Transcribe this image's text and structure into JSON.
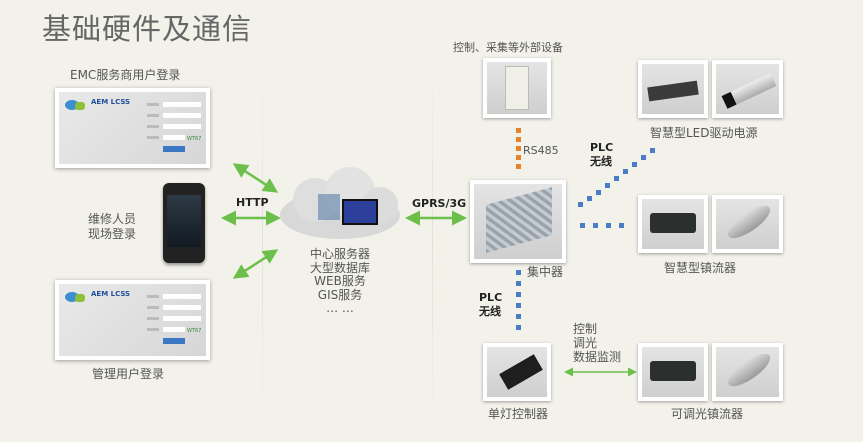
{
  "title": "基础硬件及通信",
  "left": {
    "emc_login_label": "EMC服务商用户登录",
    "maintenance_label_1": "维修人员",
    "maintenance_label_2": "现场登录",
    "admin_login_label": "管理用户登录",
    "login_brand": "AEM LCSS",
    "login_code": "WT67"
  },
  "connections": {
    "http": "HTTP",
    "gprs": "GPRS/3G",
    "rs485": "RS485",
    "plc_wireless_1": "PLC",
    "plc_wireless_2": "无线",
    "plc_wireless_b1": "PLC",
    "plc_wireless_b2": "无线",
    "control_lines": [
      "控制",
      "调光",
      "数据监测"
    ]
  },
  "server": {
    "lines": [
      "中心服务器",
      "大型数据库",
      "WEB服务",
      "GIS服务",
      "… …"
    ]
  },
  "devices": {
    "external_label": "控制、采集等外部设备",
    "concentrator_label": "集中器",
    "led_driver_label": "智慧型LED驱动电源",
    "ballast_label": "智慧型镇流器",
    "single_controller_label": "单灯控制器",
    "dimmable_ballast_label": "可调光镇流器"
  },
  "colors": {
    "arrow": "#6cc04a",
    "rs485": "#e8822a",
    "plc": "#4a7dc5"
  }
}
